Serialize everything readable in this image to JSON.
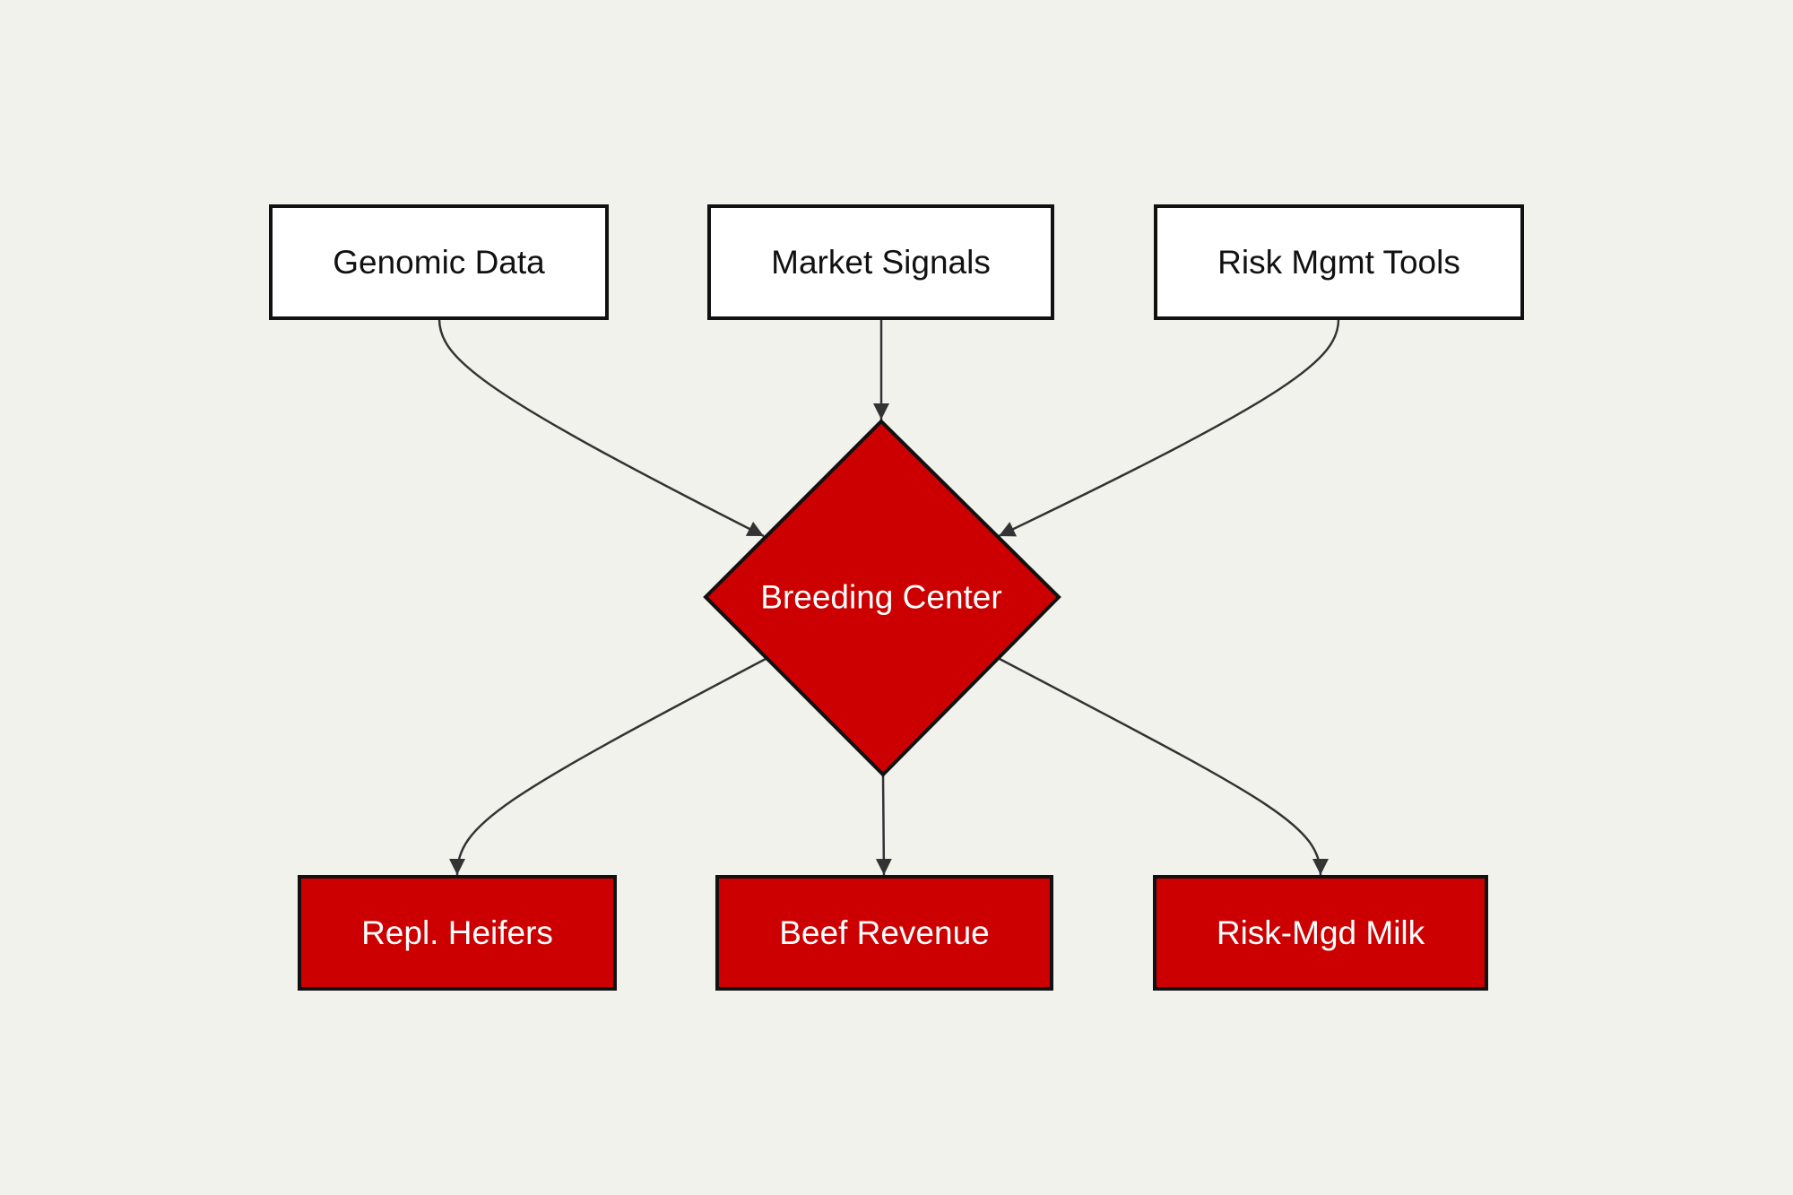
{
  "colors": {
    "background": "#f2f2ed",
    "input_fill": "#ffffff",
    "input_text": "#111111",
    "accent_fill": "#cc0000",
    "accent_text": "#ffffff",
    "border": "#111111",
    "edge": "#333333"
  },
  "nodes": {
    "genomic_data": {
      "label": "Genomic Data"
    },
    "market_signals": {
      "label": "Market Signals"
    },
    "risk_mgmt_tools": {
      "label": "Risk Mgmt Tools"
    },
    "breeding_center": {
      "label": "Breeding Center"
    },
    "repl_heifers": {
      "label": "Repl. Heifers"
    },
    "beef_revenue": {
      "label": "Beef Revenue"
    },
    "risk_mgd_milk": {
      "label": "Risk-Mgd Milk"
    }
  },
  "edges": [
    {
      "from": "genomic_data",
      "to": "breeding_center"
    },
    {
      "from": "market_signals",
      "to": "breeding_center"
    },
    {
      "from": "risk_mgmt_tools",
      "to": "breeding_center"
    },
    {
      "from": "breeding_center",
      "to": "repl_heifers"
    },
    {
      "from": "breeding_center",
      "to": "beef_revenue"
    },
    {
      "from": "breeding_center",
      "to": "risk_mgd_milk"
    }
  ]
}
